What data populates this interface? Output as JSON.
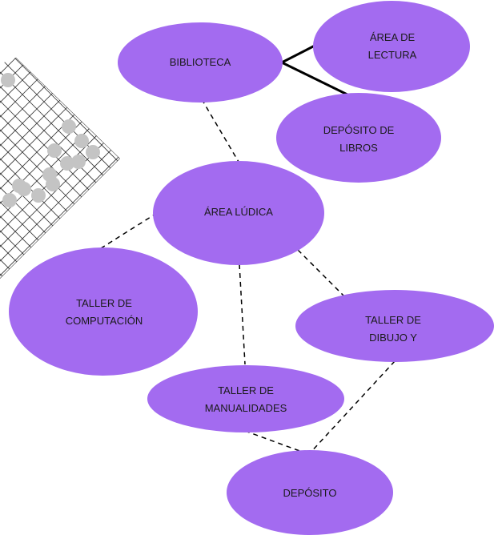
{
  "nodes": {
    "biblioteca": "BIBLIOTECA",
    "area_lectura": "ÁREA DE\nLECTURA",
    "deposito_libros": "DEPÓSITO DE\nLIBROS",
    "area_ludica": "ÁREA LÚDICA",
    "taller_computacion": "TALLER DE\nCOMPUTACIÓN",
    "taller_dibujo": "TALLER DE\nDIBUJO Y",
    "taller_manualidades": "TALLER DE\nMANUALIDADES",
    "deposito": "DEPÓSITO"
  },
  "colors": {
    "node_fill": "#a36bf0",
    "solid_edge": "#000000",
    "dashed_edge": "#000000",
    "grid_line": "#333333",
    "stone": "#c4c4c4"
  },
  "edges": [
    {
      "from": "biblioteca",
      "to": "area_lectura",
      "style": "solid"
    },
    {
      "from": "biblioteca",
      "to": "deposito_libros",
      "style": "solid"
    },
    {
      "from": "biblioteca",
      "to": "area_ludica",
      "style": "dashed"
    },
    {
      "from": "area_ludica",
      "to": "taller_computacion",
      "style": "dashed"
    },
    {
      "from": "area_ludica",
      "to": "taller_manualidades",
      "style": "dashed"
    },
    {
      "from": "area_ludica",
      "to": "taller_dibujo",
      "style": "dashed"
    },
    {
      "from": "taller_manualidades",
      "to": "deposito",
      "style": "dashed"
    },
    {
      "from": "taller_dibujo",
      "to": "deposito",
      "style": "dashed"
    }
  ],
  "decoration": {
    "icon": "go-board-icon"
  }
}
